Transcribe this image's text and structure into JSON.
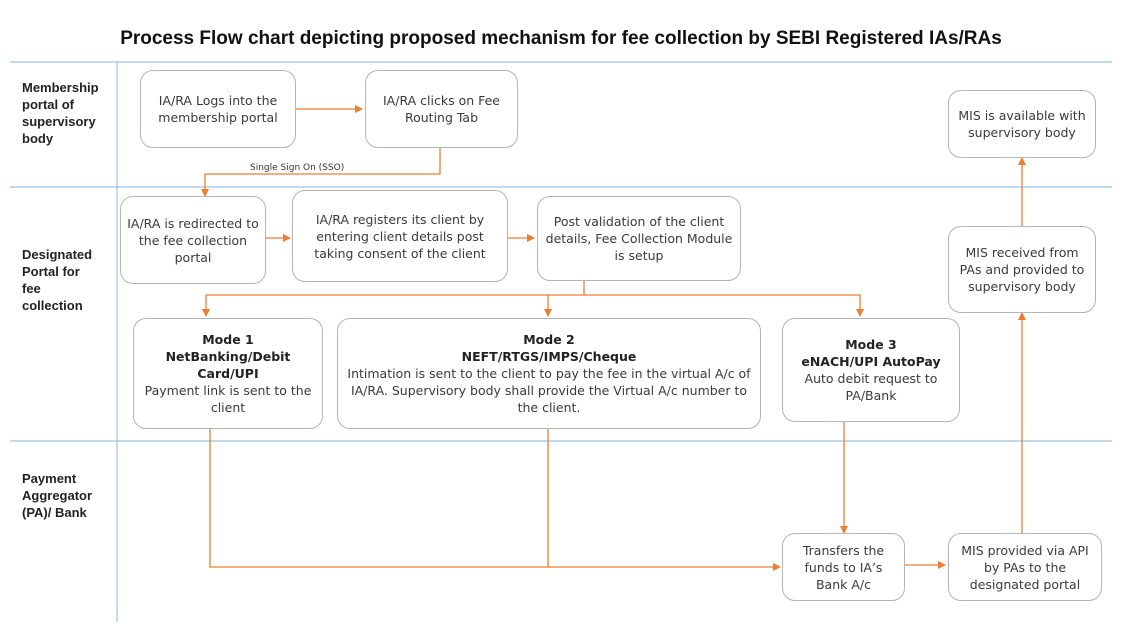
{
  "title": "Process Flow chart depicting proposed mechanism for fee collection by SEBI Registered IAs/RAs",
  "lanes": {
    "membership": "Membership portal of supervisory body",
    "designated": "Designated Portal for fee collection",
    "payment": "Payment Aggregator (PA)/ Bank"
  },
  "nodes": {
    "login": "IA/RA Logs into the membership portal",
    "fee_tab": "IA/RA clicks on Fee Routing Tab",
    "mis_available": "MIS is available with supervisory body",
    "redirected": "IA/RA is redirected to the fee collection portal",
    "registers": "IA/RA registers its client by entering client details post taking consent of the client",
    "validation": "Post validation of the client details, Fee Collection Module is setup",
    "mis_received": "MIS received from PAs and provided to supervisory body",
    "mode1": {
      "title": "Mode 1",
      "method": "NetBanking/Debit Card/UPI",
      "text": "Payment link is sent to the client"
    },
    "mode2": {
      "title": "Mode 2",
      "method": "NEFT/RTGS/IMPS/Cheque",
      "text": "Intimation is sent to the client to pay the fee in the virtual A/c of IA/RA.  Supervisory body shall provide the Virtual A/c number to the client."
    },
    "mode3": {
      "title": "Mode 3",
      "method": "eNACH/UPI AutoPay",
      "text": "Auto debit request to PA/Bank"
    },
    "transfers": "Transfers the funds to IA’s Bank A/c",
    "mis_api": "MIS provided via API by PAs to the designated portal"
  },
  "edges": {
    "sso_label": "Single Sign On (SSO)"
  },
  "colors": {
    "arrow": "#ed7d31",
    "divider": "#9dc3e6",
    "box_border": "#b4b4b4"
  }
}
